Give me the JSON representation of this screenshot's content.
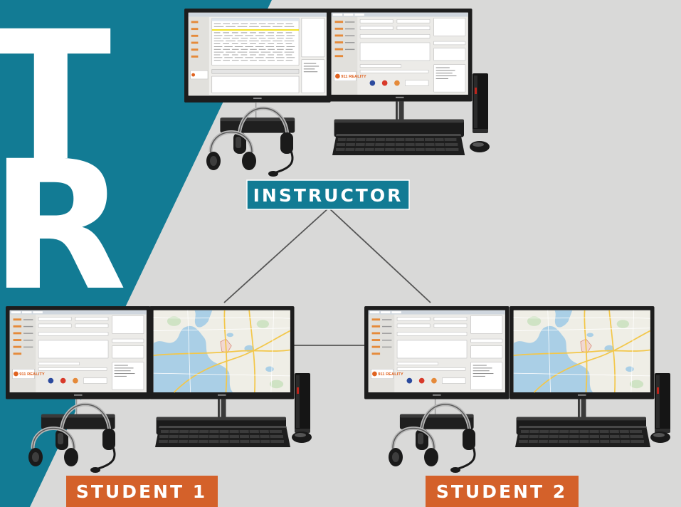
{
  "backdrop": {
    "big_letters": [
      "T",
      "R"
    ],
    "colors": {
      "teal": "#127b94",
      "gray": "#d9d9d8",
      "orange": "#d4612a",
      "line": "#555555"
    }
  },
  "nodes": [
    {
      "id": "instructor",
      "label": "INSTRUCTOR",
      "label_color": "#127b94",
      "right_screen": "dispatch-software"
    },
    {
      "id": "student-1",
      "label": "STUDENT 1",
      "label_color": "#d4612a",
      "right_screen": "map"
    },
    {
      "id": "student-2",
      "label": "STUDENT 2",
      "label_color": "#d4612a",
      "right_screen": "map"
    }
  ],
  "links": [
    [
      "instructor",
      "student-1"
    ],
    [
      "instructor",
      "student-2"
    ],
    [
      "student-1",
      "student-2"
    ]
  ],
  "software": {
    "brand": "911 REALITY"
  },
  "icons": [
    "monitor-icon",
    "headset-icon",
    "keyboard-icon",
    "mouse-icon",
    "mini-pc-icon"
  ]
}
